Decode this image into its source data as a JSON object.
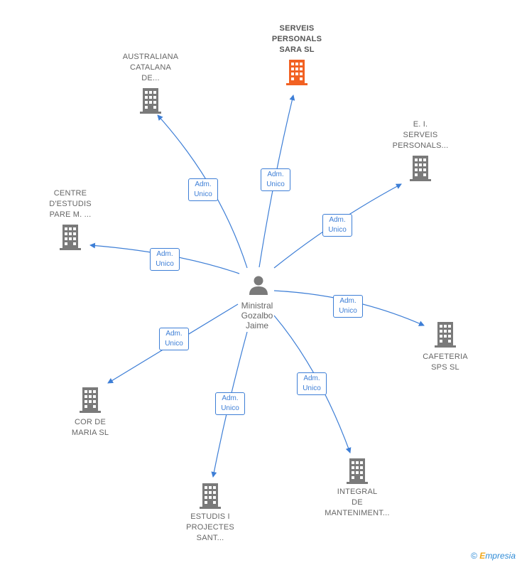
{
  "center": {
    "name": "Ministral\nGozalbo\nJaime",
    "icon": "person-icon"
  },
  "companies": [
    {
      "id": "serveis-personals-sara",
      "label": "SERVEIS\nPERSONALS\nSARA  SL",
      "color": "#f26122",
      "highlight": true
    },
    {
      "id": "australiana-catalana",
      "label": "AUSTRALIANA\nCATALANA\nDE...",
      "color": "#7a7a7a",
      "highlight": false
    },
    {
      "id": "ei-serveis-personals",
      "label": "E.  I.\nSERVEIS\nPERSONALS...",
      "color": "#7a7a7a",
      "highlight": false
    },
    {
      "id": "centre-destudis",
      "label": "CENTRE\nD'ESTUDIS\nPARE M. ...",
      "color": "#7a7a7a",
      "highlight": false
    },
    {
      "id": "cafeteria-sps",
      "label": "CAFETERIA\nSPS  SL",
      "color": "#7a7a7a",
      "highlight": false
    },
    {
      "id": "cor-de-maria",
      "label": "COR DE\nMARIA SL",
      "color": "#7a7a7a",
      "highlight": false
    },
    {
      "id": "estudis-i-projectes",
      "label": "ESTUDIS I\nPROJECTES\nSANT...",
      "color": "#7a7a7a",
      "highlight": false
    },
    {
      "id": "integral-de-manteniment",
      "label": "INTEGRAL\nDE\nMANTENIMENT...",
      "color": "#7a7a7a",
      "highlight": false
    }
  ],
  "edge_labels": [
    "Adm.\nUnico",
    "Adm.\nUnico",
    "Adm.\nUnico",
    "Adm.\nUnico",
    "Adm.\nUnico",
    "Adm.\nUnico",
    "Adm.\nUnico",
    "Adm.\nUnico"
  ],
  "colors": {
    "edge": "#3d7ed6",
    "building": "#7a7a7a",
    "highlight_building": "#f26122",
    "person": "#7a7a7a"
  },
  "footer": {
    "copyright": "©",
    "brand_first": "E",
    "brand_rest": "mpresia"
  }
}
